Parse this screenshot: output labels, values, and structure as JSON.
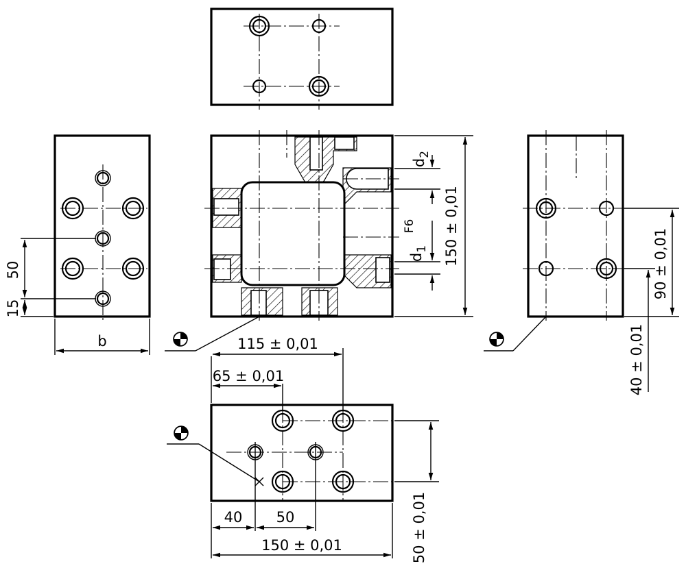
{
  "dimensions": {
    "left_view": {
      "d50": "50",
      "d15": "15",
      "width": "b"
    },
    "front_view": {
      "d2": "d",
      "d2_sub": "2",
      "d1": "d",
      "d1_sub": "1",
      "fit": "F6",
      "height": "150 ± 0,01"
    },
    "right_view": {
      "d90": "90 ± 0,01",
      "d40": "40 ± 0,01"
    },
    "bottom_view": {
      "d115": "115 ± 0,01",
      "d65": "65 ± 0,01",
      "d40": "40",
      "d50": "50",
      "d150": "150 ± 0,01",
      "d50v": "50 ± 0,01"
    }
  },
  "symbols": {
    "reference_mark": "datum-reference-icon"
  }
}
